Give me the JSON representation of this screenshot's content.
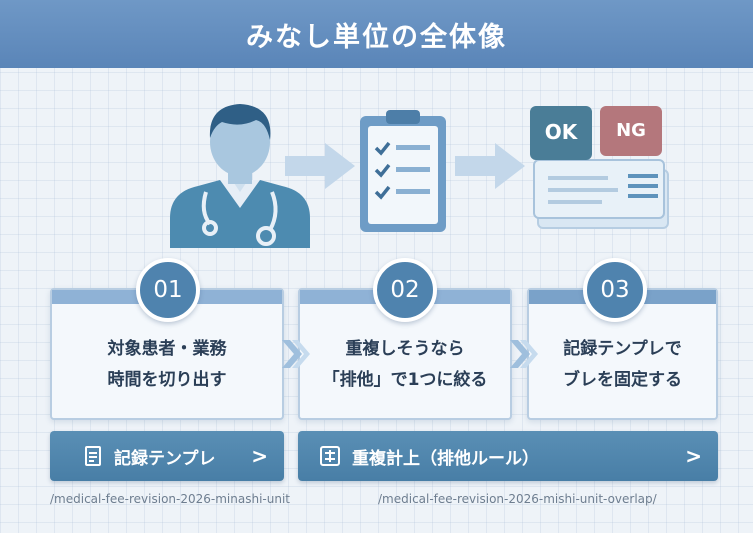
{
  "title": "みなし単位の全体像",
  "illustration": {
    "ok_label": "OK",
    "ng_label": "NG"
  },
  "steps": [
    {
      "number": "01",
      "line1": "対象患者・業務",
      "line2": "時間を切り出す"
    },
    {
      "number": "02",
      "line1": "重複しそうなら",
      "line2": "「排他」で1つに絞る"
    },
    {
      "number": "03",
      "line1": "記録テンプレで",
      "line2": "ブレを固定する"
    }
  ],
  "buttons": [
    {
      "label": "記録テンプレ",
      "arrow": ">",
      "icon": "document-icon"
    },
    {
      "label": "重複計上（排他ルール）",
      "arrow": ">",
      "icon": "calculator-icon"
    }
  ],
  "urls": [
    "/medical-fee-revision-2026-minashi-unit",
    "/medical-fee-revision-2026-mishi-unit-overlap/"
  ],
  "colors": {
    "header": "#5f8bbd",
    "badge": "#4f83ae",
    "button": "#4f86ad",
    "ok": "#4a7d97",
    "ng": "#b4777c"
  }
}
